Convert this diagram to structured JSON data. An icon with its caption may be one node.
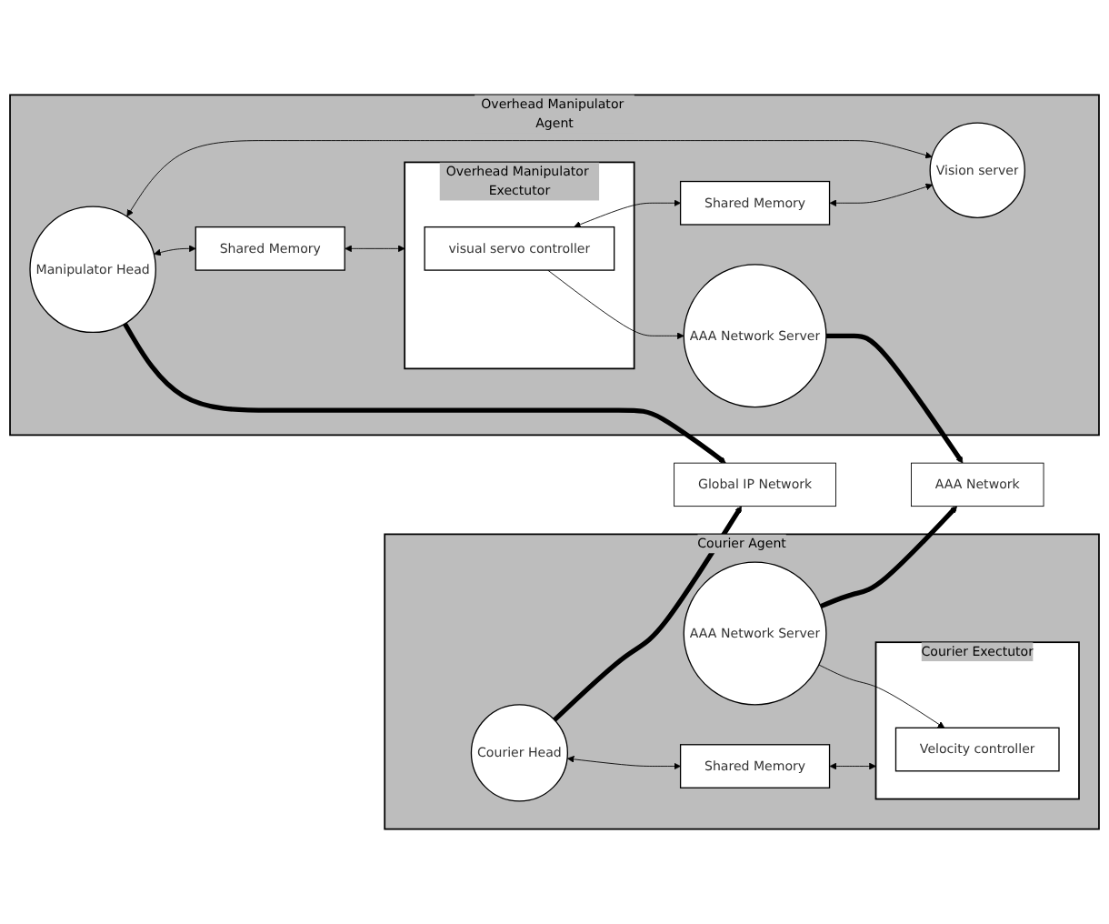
{
  "diagram": {
    "nodes": [
      {
        "text": [
          "Global IP Network"
        ]
      },
      {
        "text": [
          "AAA Network"
        ]
      },
      {
        "text": [
          "Overhead Manipulator Agent"
        ]
      },
      {
        "text": [
          "Manipulator Head"
        ],
        "in": 2
      },
      {
        "text": [
          "Vision server"
        ],
        "in": 2
      },
      {
        "text": [
          "Overhead Manipulator Exectutor"
        ],
        "in": 2
      },
      {
        "text": [
          "Shared Memory"
        ],
        "in": 2
      },
      {
        "text": [
          "Shared Memory"
        ],
        "in": 2
      },
      {
        "text": [
          "visual servo controller"
        ],
        "in": 5
      },
      {
        "text": [
          "AAA Network Server"
        ],
        "in": 2
      },
      {
        "text": [
          "Courier Agent"
        ]
      },
      {
        "text": [
          "Courier Head"
        ],
        "in": 10
      },
      {
        "text": [
          "Courier Exectutor"
        ],
        "in": 10
      },
      {
        "text": [
          "Velocity controller"
        ],
        "in": 12
      },
      {
        "text": [
          "AAA Network Server"
        ],
        "in": 10
      },
      {
        "text": [
          "Shared Memory"
        ],
        "in": 10
      }
    ],
    "edges": [
      {
        "from": 3,
        "to": 0,
        "arrow": "to",
        "style": "thick"
      },
      {
        "from": 3,
        "to": 4,
        "arrow": "both"
      },
      {
        "from": 3,
        "to": 7,
        "arrow": "both"
      },
      {
        "from": 7,
        "to": 5,
        "arrow": "both"
      },
      {
        "from": 8,
        "to": 6,
        "arrow": "both"
      },
      {
        "from": 6,
        "to": 4,
        "arrow": "both"
      },
      {
        "from": 8,
        "to": 9,
        "arrow": "to"
      },
      {
        "from": 9,
        "to": 1,
        "arrow": "to",
        "style": "thick"
      },
      {
        "from": 11,
        "to": 0,
        "arrow": "to",
        "style": "thick"
      },
      {
        "from": 11,
        "to": 15,
        "arrow": "both"
      },
      {
        "from": 15,
        "to": 12,
        "arrow": "both"
      },
      {
        "from": 14,
        "to": 13,
        "arrow": "to"
      },
      {
        "from": 14,
        "to": 1,
        "arrow": "to",
        "style": "thick"
      }
    ]
  }
}
